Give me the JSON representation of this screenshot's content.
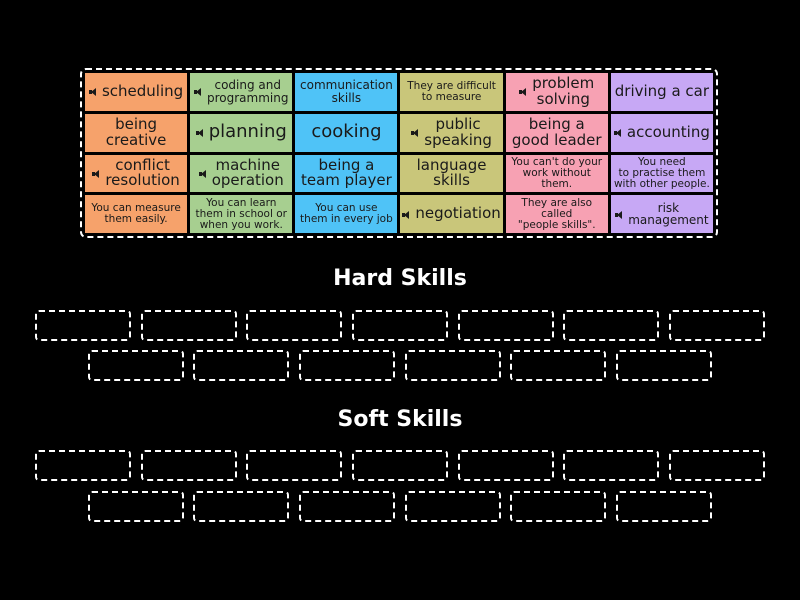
{
  "colors": {
    "background": "#000000",
    "orange": "#f6a26b",
    "green": "#a7cf90",
    "blue": "#4fc3f7",
    "olive": "#c9c67a",
    "pink": "#f7a1b3",
    "purple": "#c7a8f5"
  },
  "tiles": [
    {
      "text": "scheduling",
      "audio": true,
      "color": "orange"
    },
    {
      "text": "coding and\nprogramming",
      "audio": true,
      "color": "green"
    },
    {
      "text": "communication\nskills",
      "audio": false,
      "color": "blue"
    },
    {
      "text": "They are difficult\nto measure",
      "audio": false,
      "color": "olive"
    },
    {
      "text": "problem\nsolving",
      "audio": true,
      "color": "pink"
    },
    {
      "text": "driving a car",
      "audio": false,
      "color": "purple"
    },
    {
      "text": "being\ncreative",
      "audio": false,
      "color": "orange"
    },
    {
      "text": "planning",
      "audio": true,
      "color": "green"
    },
    {
      "text": "cooking",
      "audio": false,
      "color": "blue"
    },
    {
      "text": "public\nspeaking",
      "audio": true,
      "color": "olive"
    },
    {
      "text": "being a\ngood leader",
      "audio": false,
      "color": "pink"
    },
    {
      "text": "accounting",
      "audio": true,
      "color": "purple"
    },
    {
      "text": "conflict\nresolution",
      "audio": true,
      "color": "orange"
    },
    {
      "text": "machine\noperation",
      "audio": true,
      "color": "green"
    },
    {
      "text": "being a\nteam player",
      "audio": false,
      "color": "blue"
    },
    {
      "text": "language\nskills",
      "audio": false,
      "color": "olive"
    },
    {
      "text": "You can't do your\nwork without them.",
      "audio": false,
      "color": "pink"
    },
    {
      "text": "You need\nto practise them\nwith other people.",
      "audio": false,
      "color": "purple"
    },
    {
      "text": "You can measure\nthem easily.",
      "audio": false,
      "color": "orange"
    },
    {
      "text": "You can learn\nthem in school or\nwhen you work.",
      "audio": false,
      "color": "green"
    },
    {
      "text": "You can use\nthem in every job",
      "audio": false,
      "color": "blue"
    },
    {
      "text": "negotiation",
      "audio": true,
      "color": "olive"
    },
    {
      "text": "They are also called\n\"people skills\".",
      "audio": false,
      "color": "pink"
    },
    {
      "text": "risk\nmanagement",
      "audio": true,
      "color": "purple"
    }
  ],
  "groups": [
    {
      "title": "Hard Skills",
      "slots": 13
    },
    {
      "title": "Soft Skills",
      "slots": 13
    }
  ],
  "icons": {
    "audio": "speaker-icon"
  }
}
